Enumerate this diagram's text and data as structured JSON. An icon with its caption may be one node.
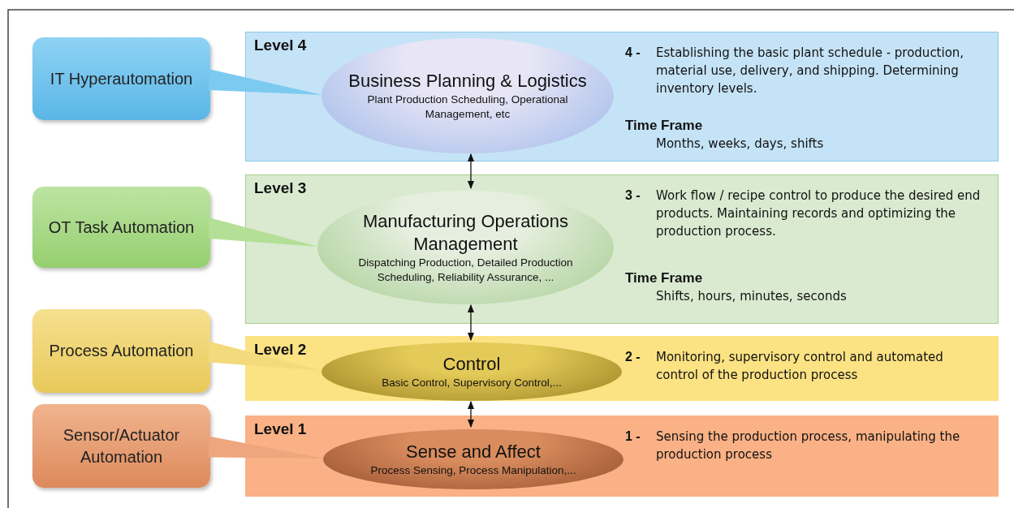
{
  "diagram": {
    "nodes": [
      {
        "text": [
          "IT Hyperautomation"
        ]
      },
      {
        "text": [
          "Level 4",
          "4 -",
          "Establishing the basic plant schedule - production, material use, delivery, and shipping. Determining inventory levels.",
          "Time Frame",
          "Months, weeks, days, shifts"
        ]
      },
      {
        "text": [
          "Business Planning & Logistics",
          "Plant Production Scheduling, Operational Management, etc"
        ],
        "in": 1
      },
      {
        "text": [
          "OT Task Automation"
        ]
      },
      {
        "text": [
          "Level 3",
          "3 -",
          "Work flow / recipe control to produce the desired end products. Maintaining records and optimizing the production process.",
          "Time Frame",
          "Shifts, hours, minutes, seconds"
        ]
      },
      {
        "text": [
          "Manufacturing Operations Management",
          "Dispatching Production, Detailed Production Scheduling, Reliability Assurance, ..."
        ],
        "in": 4
      },
      {
        "text": [
          "Process Automation"
        ]
      },
      {
        "text": [
          "Level 2",
          "2 -",
          "Monitoring, supervisory control and automated control of the production process"
        ]
      },
      {
        "text": [
          "Control",
          "Basic Control, Supervisory Control,..."
        ],
        "in": 7
      },
      {
        "text": [
          "Sensor/Actuator Automation"
        ]
      },
      {
        "text": [
          "Level 1",
          "1 -",
          "Sensing the production process, manipulating the production process"
        ]
      },
      {
        "text": [
          "Sense and Affect",
          "Process Sensing, Process Manipulation,..."
        ],
        "in": 10
      }
    ],
    "edges": [
      {
        "from": 0,
        "to": 2,
        "arrow": "none",
        "color": "#7ccaf0"
      },
      {
        "from": 3,
        "to": 5,
        "arrow": "none",
        "color": "#b4df96"
      },
      {
        "from": 6,
        "to": 8,
        "arrow": "none",
        "color": "#f3da7c"
      },
      {
        "from": 9,
        "to": 11,
        "arrow": "none",
        "color": "#eea67e"
      },
      {
        "from": 2,
        "to": 5,
        "arrow": "both"
      },
      {
        "from": 5,
        "to": 8,
        "arrow": "both"
      },
      {
        "from": 8,
        "to": 11,
        "arrow": "both"
      }
    ]
  }
}
